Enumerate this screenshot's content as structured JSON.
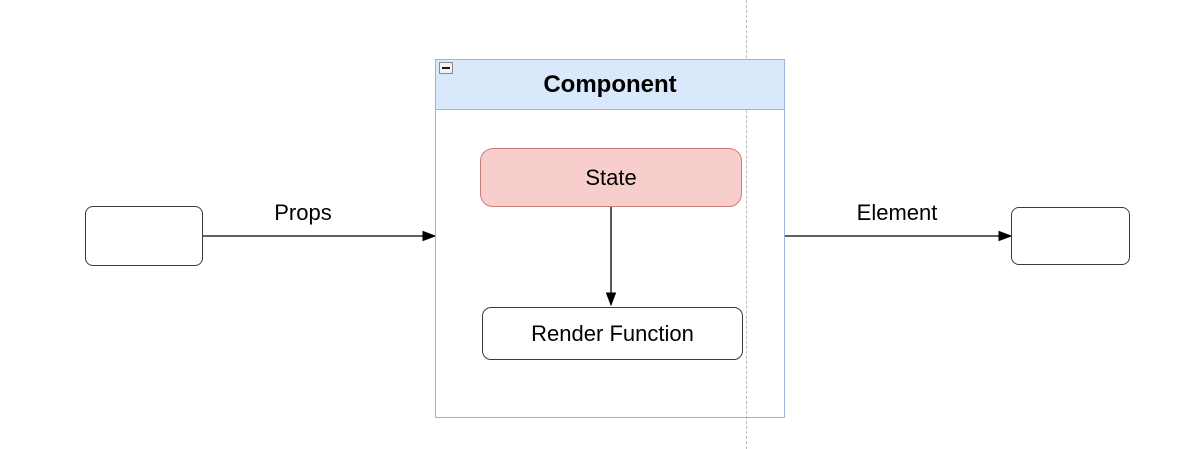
{
  "diagram": {
    "component": {
      "title": "Component",
      "collapse_icon": "minus"
    },
    "nodes": {
      "input_box": {
        "label": ""
      },
      "output_box": {
        "label": ""
      },
      "state": {
        "label": "State"
      },
      "render_function": {
        "label": "Render Function"
      }
    },
    "edges": {
      "props": {
        "label": "Props",
        "from": "input_box",
        "to": "component"
      },
      "element": {
        "label": "Element",
        "from": "component",
        "to": "output_box"
      },
      "state_to_render": {
        "label": "",
        "from": "state",
        "to": "render_function"
      }
    },
    "colors": {
      "background": "#ffffff",
      "header_fill": "#dae8fc",
      "component_border": "#9ab4de",
      "state_fill": "#f8cecc",
      "state_border": "#c9807a",
      "box_border": "#3b3b3b",
      "arrow": "#000000",
      "dashed_guide": "#bbbbbb",
      "text": "#000000"
    }
  }
}
